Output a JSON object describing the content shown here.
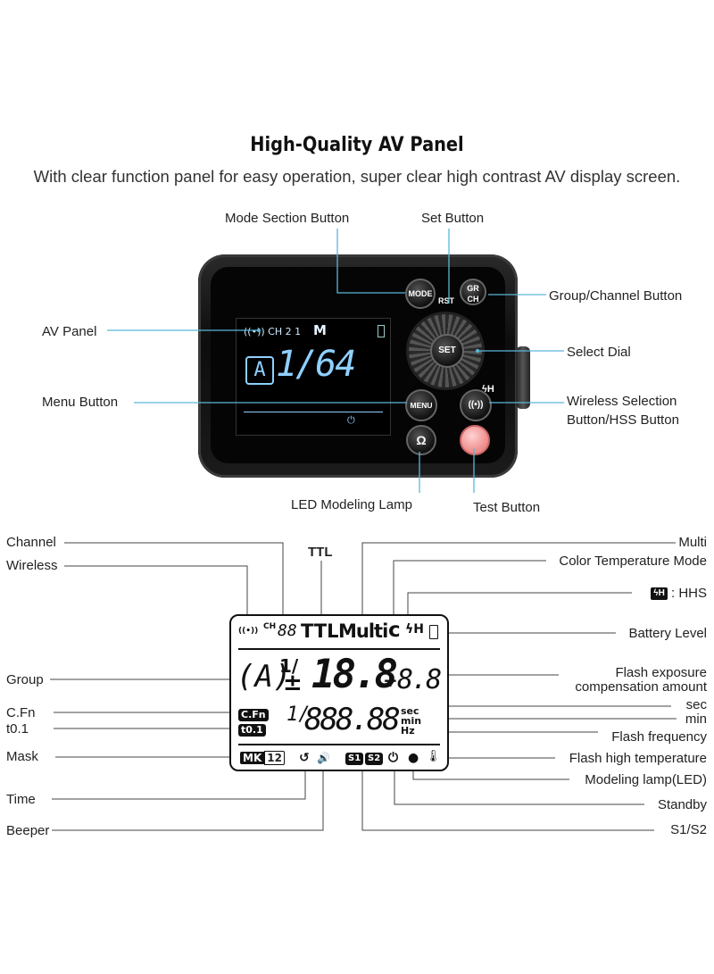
{
  "header": {
    "title": "High-Quality AV Panel",
    "subtitle": "With clear function panel for easy operation, super clear high contrast AV display screen."
  },
  "device": {
    "labels": {
      "mode_section": "Mode Section Button",
      "set": "Set Button",
      "group_channel": "Group/Channel Button",
      "av_panel": "AV Panel",
      "select_dial": "Select Dial",
      "menu": "Menu Button",
      "wireless_sel_1": "Wireless Selection",
      "wireless_sel_2": "Button/HSS Button",
      "led_lamp": "LED Modeling Lamp",
      "test": "Test Button"
    },
    "buttons": {
      "mode": "MODE",
      "set": "SET",
      "grch_1": "GR",
      "grch_2": "CH",
      "menu": "MENU",
      "rst": "RST",
      "hss": "ϟH"
    },
    "screen": {
      "top": "((•)) CH 2 1",
      "mode": "M",
      "group": "A",
      "value": "1/64",
      "power_icon": "⏻"
    }
  },
  "lcd": {
    "labels": {
      "channel": "Channel",
      "wireless": "Wireless",
      "ttl": "TTL",
      "multi": "Multi",
      "color_temp": "Color Temperature Mode",
      "hhs": ": HHS",
      "battery": "Battery Level",
      "group": "Group",
      "flash_comp_1": "Flash exposure",
      "flash_comp_2": "compensation amount",
      "cfn": "C.Fn",
      "t01": "t0.1",
      "sec": "sec",
      "min": "min",
      "flash_freq": "Flash frequency",
      "mask": "Mask",
      "flash_high_temp": "Flash high temperature",
      "modeling_lamp": "Modeling lamp(LED)",
      "time": "Time",
      "standby": "Standby",
      "beeper": "Beeper",
      "s1s2": "S1/S2"
    },
    "display": {
      "wireless_icon": "((•))",
      "ch": "CH",
      "ch_digits": "88",
      "ttl": "TTL",
      "multi": "Multi",
      "c": "c",
      "hss": "ϟH",
      "group": "(A)",
      "frac": "1/",
      "plusminus": "±",
      "main_digits": "18.8",
      "plus": "+",
      "comp_digits": "8.8",
      "cfn": "C.Fn",
      "t01": "t0.1",
      "slash": "1/",
      "freq_digits": "888.88",
      "sec": "sec",
      "min": "min",
      "hz": "Hz",
      "mk_b": "MK",
      "mk_w": "12",
      "timer_icon": "↺",
      "beeper_icon": "🔊",
      "s1": "S1",
      "s2": "S2",
      "standby_icon": "⏻",
      "bulb_icon": "●",
      "therm_icon": "🌡"
    },
    "hhs_icon": "ϟH"
  }
}
